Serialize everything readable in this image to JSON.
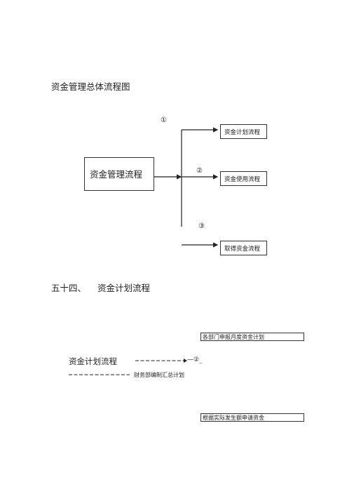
{
  "page_title": "资金管理总体流程图",
  "diagram1": {
    "main_box": "资金管理流程",
    "branches": [
      {
        "marker": "①",
        "label": "资金计划流程"
      },
      {
        "marker": "②",
        "label": "资金使用流程"
      },
      {
        "marker": "③",
        "label": "取得资金流程"
      }
    ]
  },
  "section": {
    "number": "五十四、",
    "title": "资金计划流程"
  },
  "diagram2": {
    "box_top": "各部门申报月度资金计划",
    "left_label": "资金计划流程",
    "arrow_marker": "—②_",
    "middle_label": "财务部编制汇总计划",
    "box_bottom": "根据实际发生额申请资金"
  },
  "colors": {
    "text": "#222222",
    "line": "#222222"
  }
}
